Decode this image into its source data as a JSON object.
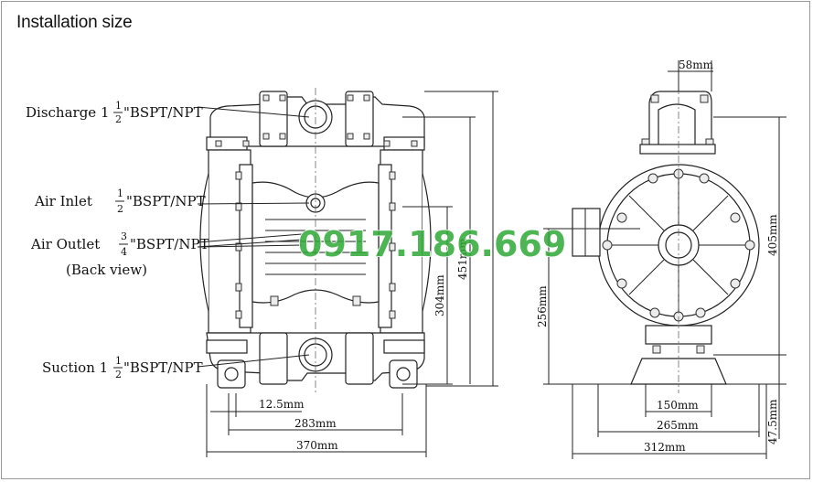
{
  "title": "Installation size",
  "watermark": "0917.186.669",
  "labels": {
    "discharge": {
      "pre": "Discharge 1",
      "num": "1",
      "den": "2",
      "post": "\"BSPT/NPT"
    },
    "air_inlet": {
      "pre": "Air Inlet ",
      "num": "1",
      "den": "2",
      "post": "\"BSPT/NPT"
    },
    "air_outlet": {
      "pre": "Air Outlet ",
      "num": "3",
      "den": "4",
      "post": "\"BSPT/NPT"
    },
    "back_view": "(Back view)",
    "suction": {
      "pre": "Suction 1",
      "num": "1",
      "den": "2",
      "post": "\"BSPT/NPT"
    }
  },
  "dimensions": {
    "front": {
      "d12_5": "12.5mm",
      "d283": "283mm",
      "d370": "370mm",
      "d304": "304mm",
      "d451": "451mm"
    },
    "side": {
      "d58": "58mm",
      "d405": "405mm",
      "d256": "256mm",
      "d150": "150mm",
      "d265": "265mm",
      "d312": "312mm",
      "d47_5": "47.5mm"
    }
  },
  "colors": {
    "watermark": "#2fa836",
    "line": "#222222",
    "frame": "#9a9a9a"
  }
}
